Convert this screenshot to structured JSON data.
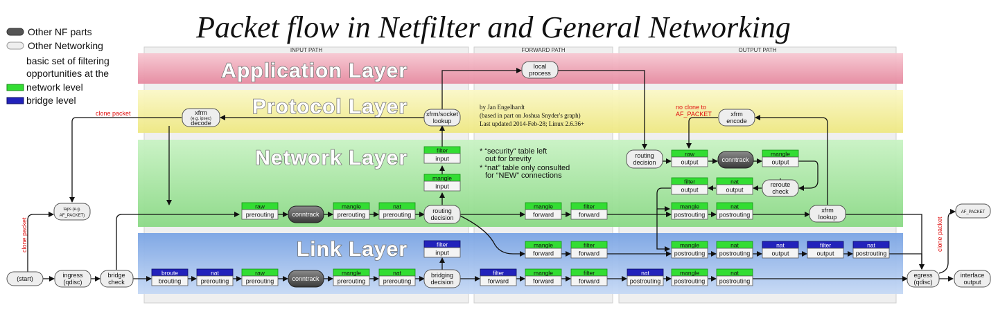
{
  "title": "Packet flow in Netfilter and General Networking",
  "legend": {
    "items": [
      {
        "label": "Other NF parts",
        "color": "#555555"
      },
      {
        "label": "Other Networking",
        "color": "#e8e8e8"
      },
      {
        "label": "basic set of filtering",
        "color": null
      },
      {
        "label": "opportunities at the",
        "color": null
      },
      {
        "label": "network level",
        "color": "#22cc22"
      },
      {
        "label": "bridge level",
        "color": "#1a1aaa"
      }
    ]
  },
  "paths": {
    "input": "INPUT PATH",
    "forward": "FORWARD PATH",
    "output": "OUTPUT PATH"
  },
  "layers": {
    "application": "Application Layer",
    "protocol": "Protocol Layer",
    "network": "Network Layer",
    "link": "Link Layer"
  },
  "colors": {
    "app": "#e89aac",
    "proto": "#f2ef9a",
    "net": "#9fe29a",
    "link": "#8fb6ea",
    "green": "#33dd33",
    "blue": "#2222bb",
    "red": "#e01010"
  },
  "notes": {
    "credit": [
      "by Jan Engelhardt",
      "(based in part on Joshua Snyder's graph)",
      "Last updated 2014-Feb-28; Linux 2.6.36+"
    ],
    "tables": [
      "* “security” table left",
      "out for brevity",
      "* “nat” table only consulted",
      "for “NEW” connections"
    ],
    "clone_packet_top": "clone packet",
    "clone_packet_left": "clone packet",
    "clone_packet_right": "clone packet",
    "no_clone": [
      "no clone to",
      "AF_PACKET"
    ]
  },
  "nodes": {
    "start": "(start)",
    "ingress": [
      "ingress",
      "(qdisc)"
    ],
    "bridge_check": [
      "bridge",
      "check"
    ],
    "taps": [
      "taps (e.g.",
      "AF_PACKET)"
    ],
    "xfrm_decode": [
      "xfrm",
      "(e.g. ipsec)",
      "decode"
    ],
    "xfrm_socket": [
      "xfrm/socket",
      "lookup"
    ],
    "local_process": [
      "local",
      "process"
    ],
    "xfrm_encode": [
      "xfrm",
      "encode"
    ],
    "routing_decision_out": [
      "routing",
      "decision"
    ],
    "reroute_check": [
      "reroute",
      "check"
    ],
    "xfrm_lookup": [
      "xfrm",
      "lookup"
    ],
    "routing_decision_in": [
      "routing",
      "decision"
    ],
    "bridging_decision": [
      "bridging",
      "decision"
    ],
    "egress": [
      "egress",
      "(qdisc)"
    ],
    "interface_output": [
      "interface",
      "output"
    ],
    "af_packet": "AF_PACKET",
    "conntrack": "conntrack"
  },
  "hooks": {
    "filter_input_net": [
      "filter",
      "input"
    ],
    "mangle_input_net": [
      "mangle",
      "input"
    ],
    "raw_prerouting_net": [
      "raw",
      "prerouting"
    ],
    "mangle_prerouting_net": [
      "mangle",
      "prerouting"
    ],
    "nat_prerouting_net": [
      "nat",
      "prerouting"
    ],
    "mangle_forward_net": [
      "mangle",
      "forward"
    ],
    "filter_forward_net": [
      "filter",
      "forward"
    ],
    "raw_output": [
      "raw",
      "output"
    ],
    "mangle_output": [
      "mangle",
      "output"
    ],
    "filter_output": [
      "filter",
      "output"
    ],
    "nat_output": [
      "nat",
      "output"
    ],
    "mangle_postrouting_net": [
      "mangle",
      "postrouting"
    ],
    "nat_postrouting_net": [
      "nat",
      "postrouting"
    ],
    "filter_input_link": [
      "filter",
      "input"
    ],
    "mangle_forward_l1": [
      "mangle",
      "forward"
    ],
    "filter_forward_l1": [
      "filter",
      "forward"
    ],
    "mangle_postrouting_l1": [
      "mangle",
      "postrouting"
    ],
    "nat_postrouting_l1": [
      "nat",
      "postrouting"
    ],
    "nat_output_br": [
      "nat",
      "output"
    ],
    "filter_output_br": [
      "filter",
      "output"
    ],
    "nat_postrouting_br": [
      "nat",
      "postrouting"
    ],
    "broute_brouting": [
      "broute",
      "brouting"
    ],
    "nat_prerouting_br": [
      "nat",
      "prerouting"
    ],
    "raw_prerouting_l2": [
      "raw",
      "prerouting"
    ],
    "mangle_prerouting_l2": [
      "mangle",
      "prerouting"
    ],
    "nat_prerouting_l2": [
      "nat",
      "prerouting"
    ],
    "filter_forward_br": [
      "filter",
      "forward"
    ],
    "mangle_forward_l2": [
      "mangle",
      "forward"
    ],
    "filter_forward_l2": [
      "filter",
      "forward"
    ],
    "nat_postrouting_br2": [
      "nat",
      "postrouting"
    ],
    "mangle_postrouting_l2": [
      "mangle",
      "postrouting"
    ],
    "nat_postrouting_l2": [
      "nat",
      "postrouting"
    ]
  }
}
